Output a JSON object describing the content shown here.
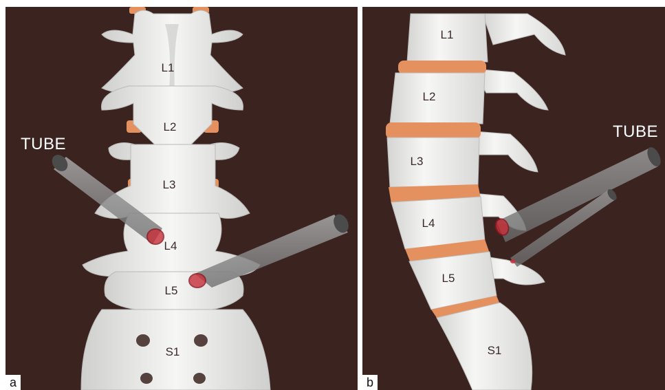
{
  "panels": {
    "a": {
      "letter": "a",
      "tube_label": "TUBE",
      "vertebrae": {
        "l1": "L1",
        "l2": "L2",
        "l3": "L3",
        "l4": "L4",
        "l5": "L5",
        "s1": "S1"
      }
    },
    "b": {
      "letter": "b",
      "tube_label": "TUBE",
      "vertebrae": {
        "l1": "L1",
        "l2": "L2",
        "l3": "L3",
        "l4": "L4",
        "l5": "L5",
        "s1": "S1"
      }
    }
  },
  "colors": {
    "background": "#3b2420",
    "bone": "#f1f1f0",
    "disc": "#e5915f",
    "tube": "#8c8c8c",
    "target": "#c8303a",
    "divider": "#ffffff"
  }
}
